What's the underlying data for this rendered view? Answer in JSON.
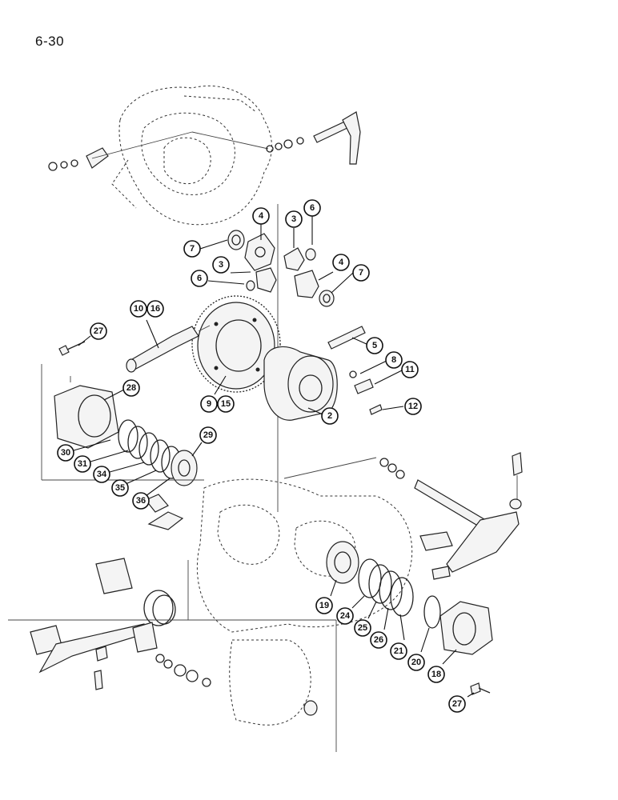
{
  "page_number": "6-30",
  "callouts": [
    {
      "id": "c4a",
      "label": "4"
    },
    {
      "id": "c3a",
      "label": "3"
    },
    {
      "id": "c6a",
      "label": "6"
    },
    {
      "id": "c7a",
      "label": "7"
    },
    {
      "id": "c3b",
      "label": "3"
    },
    {
      "id": "c4b",
      "label": "4"
    },
    {
      "id": "c7b",
      "label": "7"
    },
    {
      "id": "c6b",
      "label": "6"
    },
    {
      "id": "c10",
      "label": "10"
    },
    {
      "id": "c16",
      "label": "16"
    },
    {
      "id": "c27a",
      "label": "27"
    },
    {
      "id": "c5",
      "label": "5"
    },
    {
      "id": "c8",
      "label": "8"
    },
    {
      "id": "c11",
      "label": "11"
    },
    {
      "id": "c28",
      "label": "28"
    },
    {
      "id": "c9",
      "label": "9"
    },
    {
      "id": "c15",
      "label": "15"
    },
    {
      "id": "c2",
      "label": "2"
    },
    {
      "id": "c12",
      "label": "12"
    },
    {
      "id": "c29",
      "label": "29"
    },
    {
      "id": "c30",
      "label": "30"
    },
    {
      "id": "c31",
      "label": "31"
    },
    {
      "id": "c34",
      "label": "34"
    },
    {
      "id": "c35",
      "label": "35"
    },
    {
      "id": "c36",
      "label": "36"
    },
    {
      "id": "c19",
      "label": "19"
    },
    {
      "id": "c24",
      "label": "24"
    },
    {
      "id": "c25",
      "label": "25"
    },
    {
      "id": "c26",
      "label": "26"
    },
    {
      "id": "c21",
      "label": "21"
    },
    {
      "id": "c20",
      "label": "20"
    },
    {
      "id": "c18",
      "label": "18"
    },
    {
      "id": "c27b",
      "label": "27"
    }
  ]
}
